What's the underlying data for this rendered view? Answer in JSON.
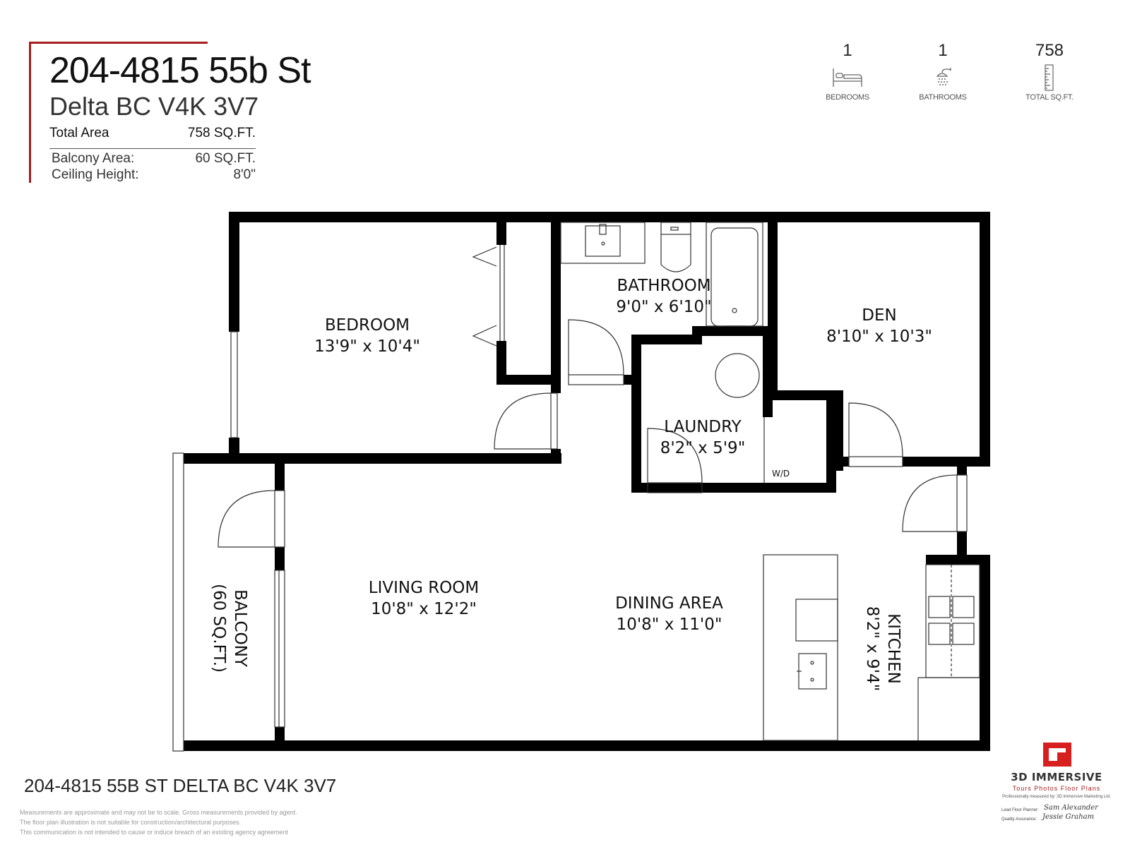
{
  "header": {
    "title": "204-4815 55b St",
    "subtitle": "Delta BC V4K 3V7",
    "total_area_label": "Total Area",
    "total_area_value": "758 SQ.FT.",
    "balcony_area_label": "Balcony Area:",
    "balcony_area_value": "60 SQ.FT.",
    "ceiling_height_label": "Ceiling Height:",
    "ceiling_height_value": "8'0\"",
    "accent_color": "#a51d1d"
  },
  "stats": [
    {
      "value": "1",
      "label": "BEDROOMS",
      "icon": "bed-icon"
    },
    {
      "value": "1",
      "label": "BATHROOMS",
      "icon": "shower-icon"
    },
    {
      "value": "758",
      "label": "TOTAL SQ.FT.",
      "icon": "ruler-icon"
    }
  ],
  "rooms": {
    "bedroom": {
      "name": "BEDROOM",
      "dims": "13'9\" x 10'4\""
    },
    "bathroom": {
      "name": "BATHROOM",
      "dims": "9'0\" x 6'10\""
    },
    "den": {
      "name": "DEN",
      "dims": "8'10\" x 10'3\""
    },
    "laundry": {
      "name": "LAUNDRY",
      "dims": "8'2\" x 5'9\""
    },
    "living": {
      "name": "LIVING ROOM",
      "dims": "10'8\" x 12'2\""
    },
    "dining": {
      "name": "DINING AREA",
      "dims": "10'8\" x 11'0\""
    },
    "kitchen": {
      "name": "KITCHEN",
      "dims": "8'2\" x 9'4\""
    },
    "balcony": {
      "name": "BALCONY",
      "dims": "(60 SQ.FT.)"
    },
    "wd_label": "W/D"
  },
  "footer": {
    "address": "204-4815 55B ST DELTA BC V4K 3V7",
    "disclaimer_1": "Measurements are approximate and may not be to scale. Gross measurements provided by agent.",
    "disclaimer_2": "The floor plan illustration is not suitable for construction/architectural purposes.",
    "disclaimer_3": "This communication is not intended to cause or induce breach of an existing agency agreement",
    "brand_name": "3D IMMERSIVE",
    "brand_tagline": "Tours  Photos  Floor Plans",
    "brand_small": "Professionally measured by: 3D Immersive Marketing Ltd.",
    "lead_label": "Lead Floor Planner:",
    "lead_sig": "Sam Alexander",
    "qa_label": "Quality Assurance:",
    "qa_sig": "Jessie Graham"
  }
}
